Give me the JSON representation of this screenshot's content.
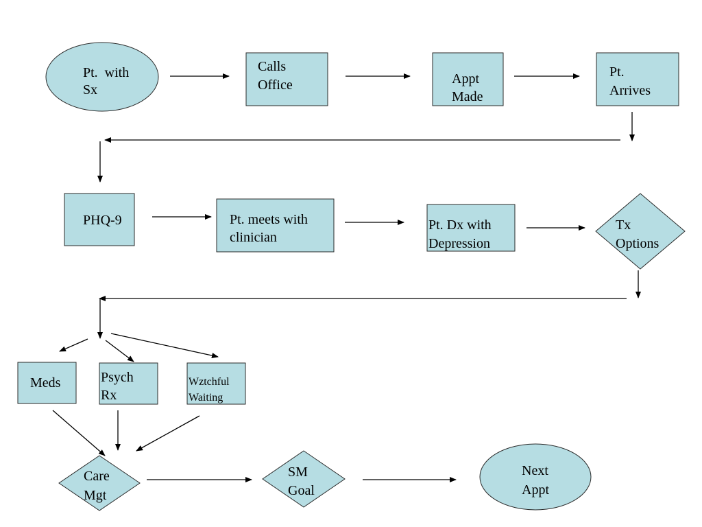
{
  "colors": {
    "node_fill": "#b6dde3",
    "node_stroke": "#2a2a2a",
    "arrow": "#000000"
  },
  "nodes": {
    "pt_with_sx": {
      "shape": "ellipse",
      "lines": [
        "Pt.  with",
        "Sx"
      ]
    },
    "calls_office": {
      "shape": "rectangle",
      "lines": [
        "Calls",
        "Office"
      ]
    },
    "appt_made": {
      "shape": "rectangle",
      "lines": [
        "Appt",
        "Made"
      ]
    },
    "pt_arrives": {
      "shape": "rectangle",
      "lines": [
        "Pt.",
        "Arrives"
      ]
    },
    "phq9": {
      "shape": "rectangle",
      "lines": [
        "PHQ-9"
      ]
    },
    "pt_meets_clinician": {
      "shape": "rectangle",
      "lines": [
        "Pt. meets with",
        "clinician"
      ]
    },
    "pt_dx_depression": {
      "shape": "rectangle",
      "lines": [
        "Pt. Dx with",
        "Depression"
      ]
    },
    "tx_options": {
      "shape": "diamond",
      "lines": [
        "Tx",
        "Options"
      ]
    },
    "meds": {
      "shape": "rectangle",
      "lines": [
        "Meds"
      ]
    },
    "psych_rx": {
      "shape": "rectangle",
      "lines": [
        "Psych",
        "Rx"
      ]
    },
    "watchful_waiting": {
      "shape": "rectangle",
      "lines": [
        "Wztchful",
        "Waiting"
      ]
    },
    "care_mgt": {
      "shape": "diamond",
      "lines": [
        "Care",
        "Mgt"
      ]
    },
    "sm_goal": {
      "shape": "diamond",
      "lines": [
        "SM",
        "Goal"
      ]
    },
    "next_appt": {
      "shape": "ellipse",
      "lines": [
        "Next",
        "Appt"
      ]
    }
  }
}
